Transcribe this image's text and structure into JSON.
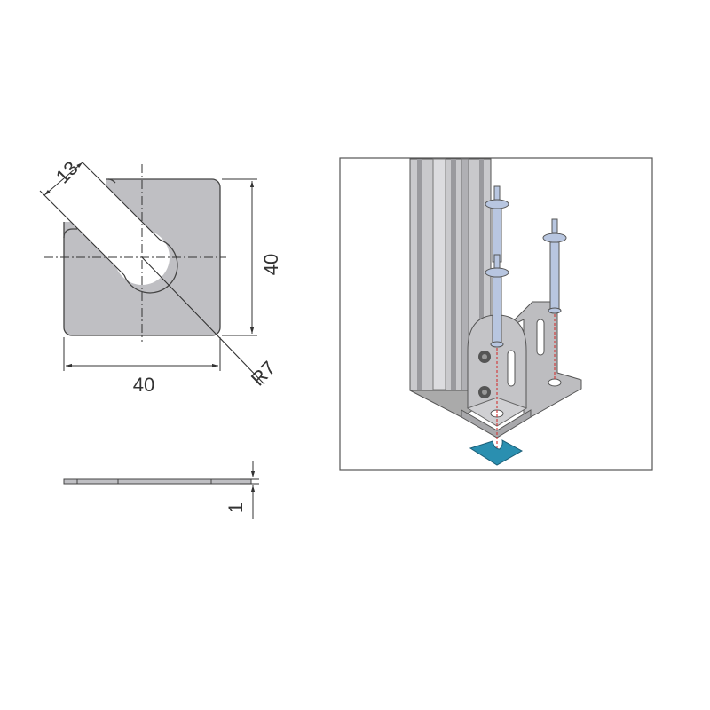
{
  "drawing": {
    "dimensions": {
      "slot_width": "13",
      "height": "40",
      "width": "40",
      "radius": "R7",
      "thickness": "1"
    }
  },
  "colors": {
    "plate": "#bfbfc3",
    "line": "#333333",
    "washer_accent": "#2a8fb0",
    "bolt": "#b8c6e0",
    "dashed_axis": "#d04040"
  }
}
